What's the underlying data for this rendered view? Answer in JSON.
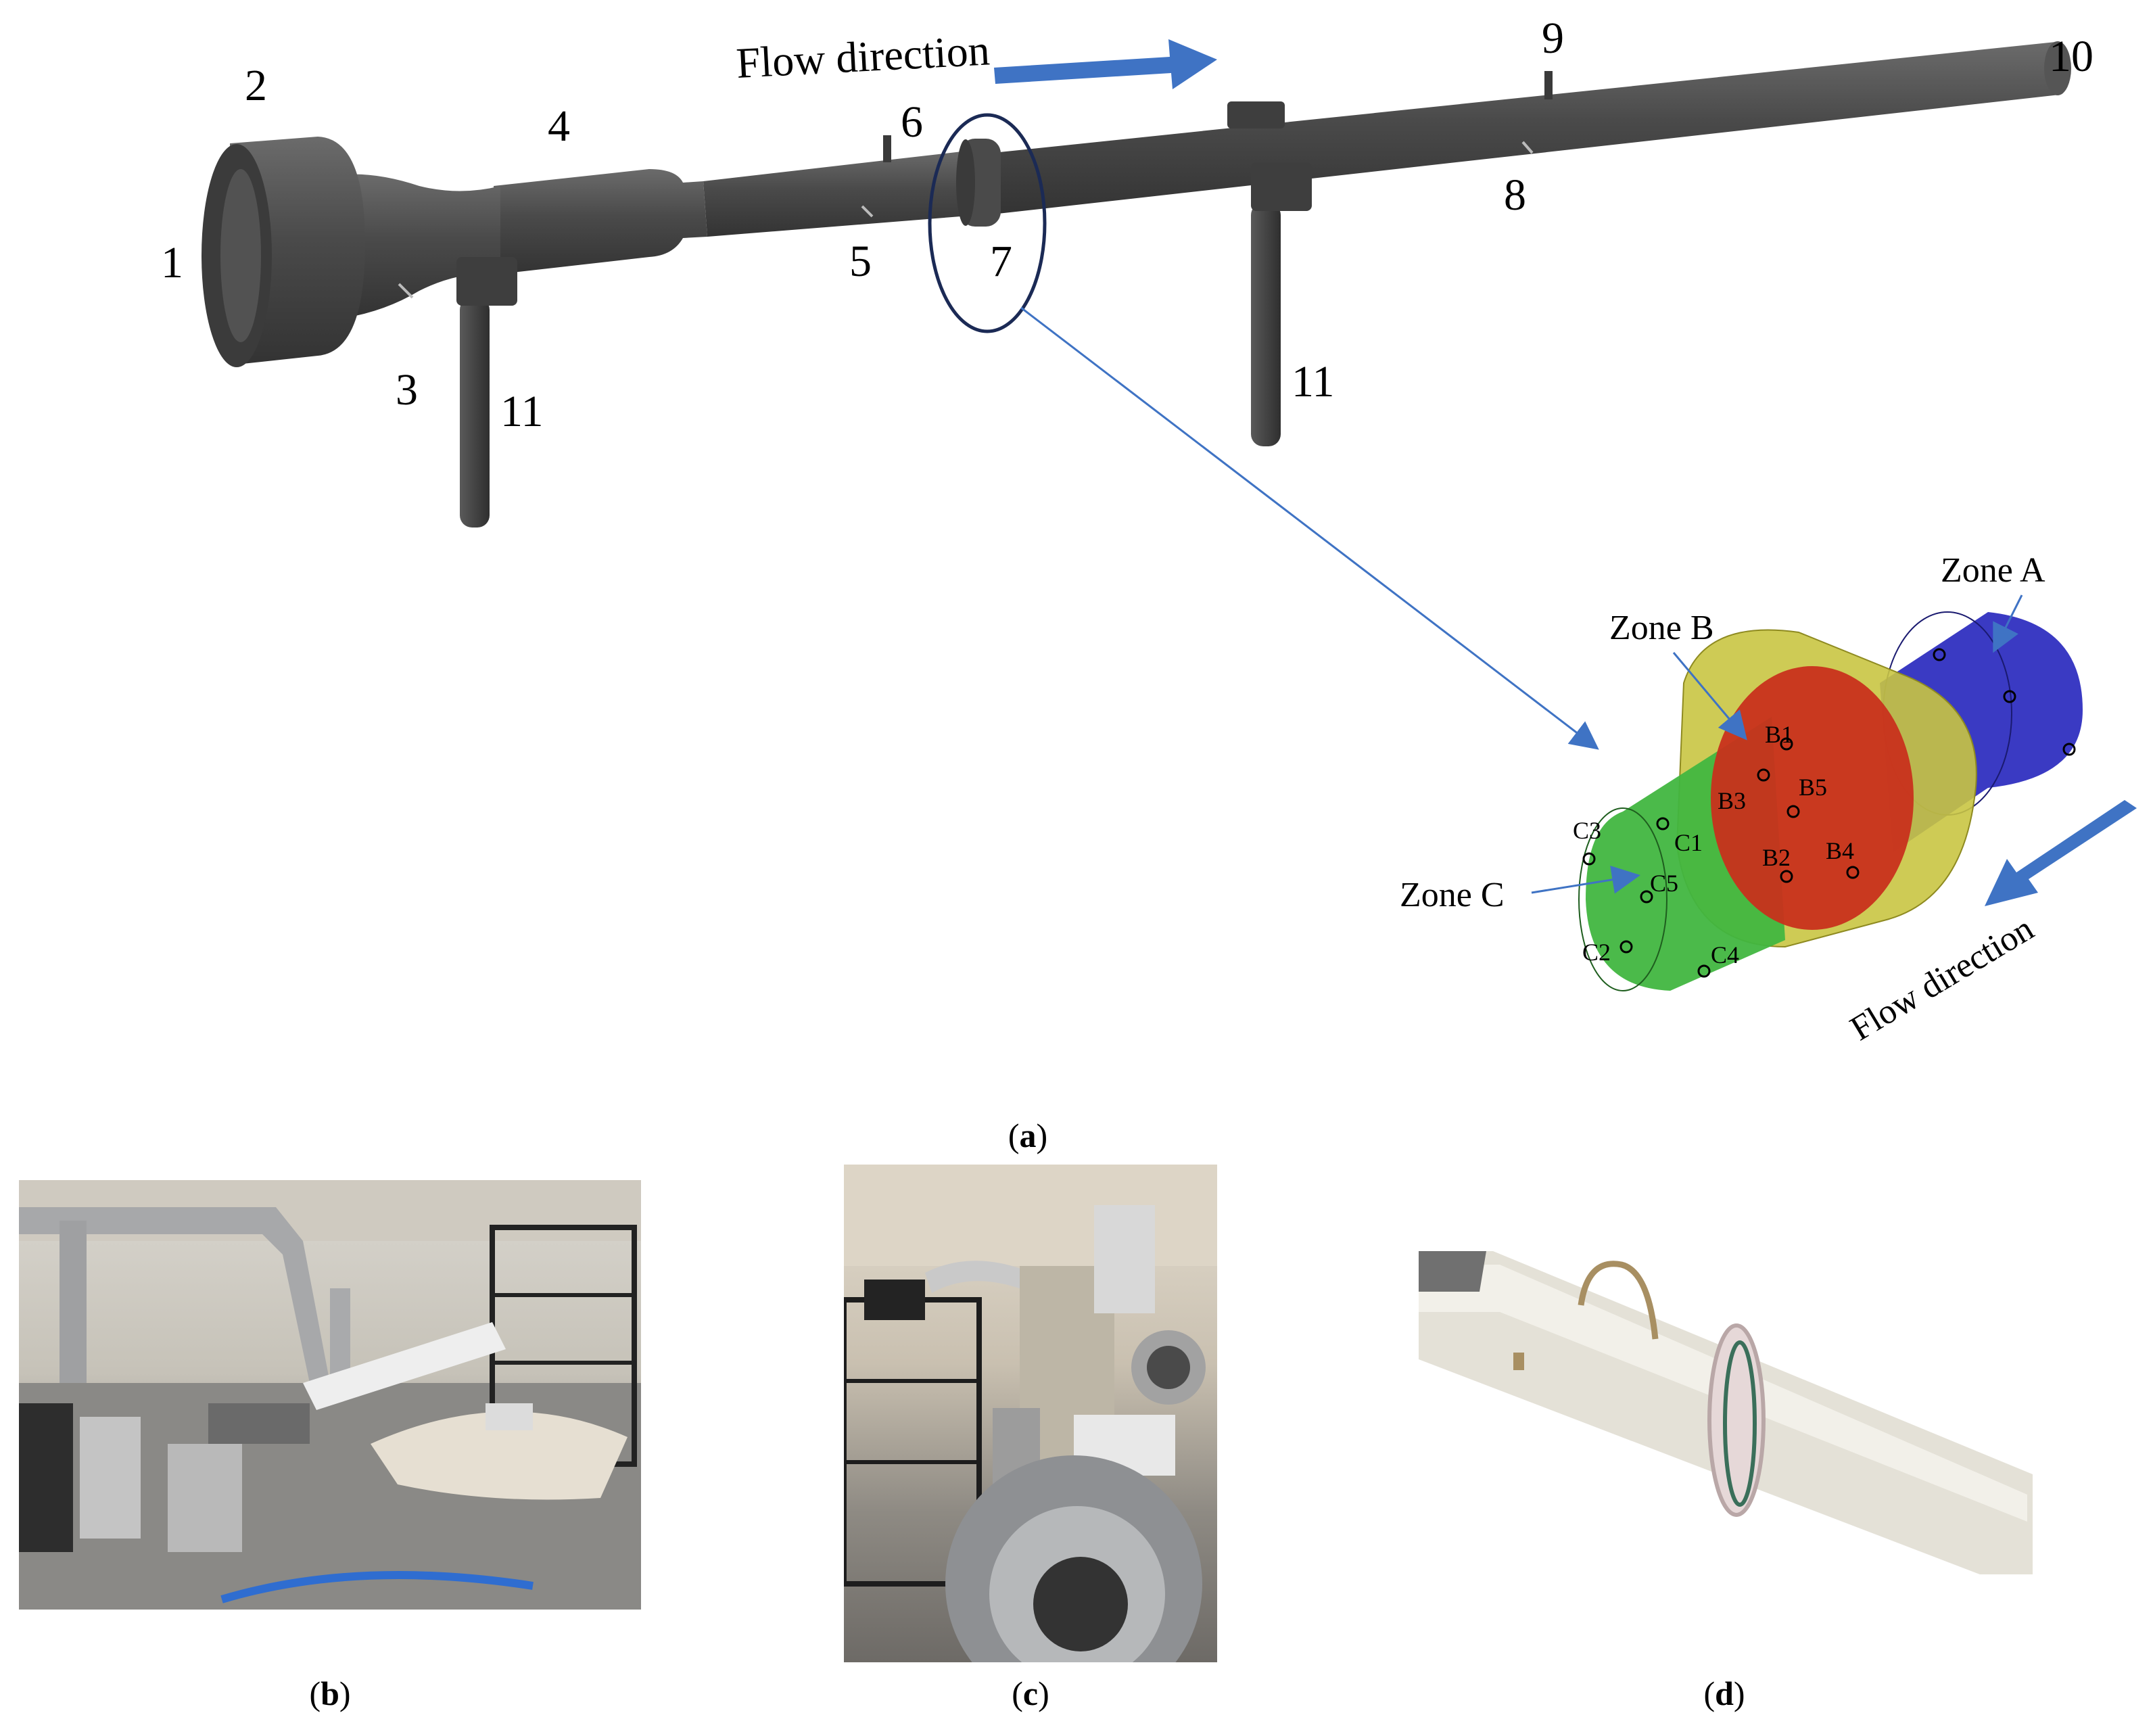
{
  "colors": {
    "pipe": "#4d4d4d",
    "pipe_dark": "#3a3a3a",
    "pipe_light": "#6a6a6a",
    "arrow": "#3f73c4",
    "zone_a": "#2f2fc0",
    "zone_b_ring": "#c9c542",
    "zone_b_core": "#c8301c",
    "zone_c": "#41b640"
  },
  "part_labels": [
    "1",
    "2",
    "3",
    "4",
    "5",
    "6",
    "7",
    "8",
    "9",
    "10",
    "11",
    "11"
  ],
  "top_flow_label": "Flow direction",
  "detail": {
    "zone_a": "Zone A",
    "zone_b": "Zone B",
    "zone_c": "Zone C",
    "flow_label": "Flow direction",
    "b_points": [
      "B1",
      "B2",
      "B3",
      "B4",
      "B5"
    ],
    "c_points": [
      "C1",
      "C2",
      "C3",
      "C4",
      "C5"
    ]
  },
  "captions": {
    "a": "a",
    "b": "b",
    "c": "c",
    "d": "d"
  },
  "photos": {
    "b": "lab-photo-test-bench-icon",
    "c": "lab-photo-fan-and-rack-icon",
    "d": "photo-pipe-sensor-ring-icon"
  }
}
